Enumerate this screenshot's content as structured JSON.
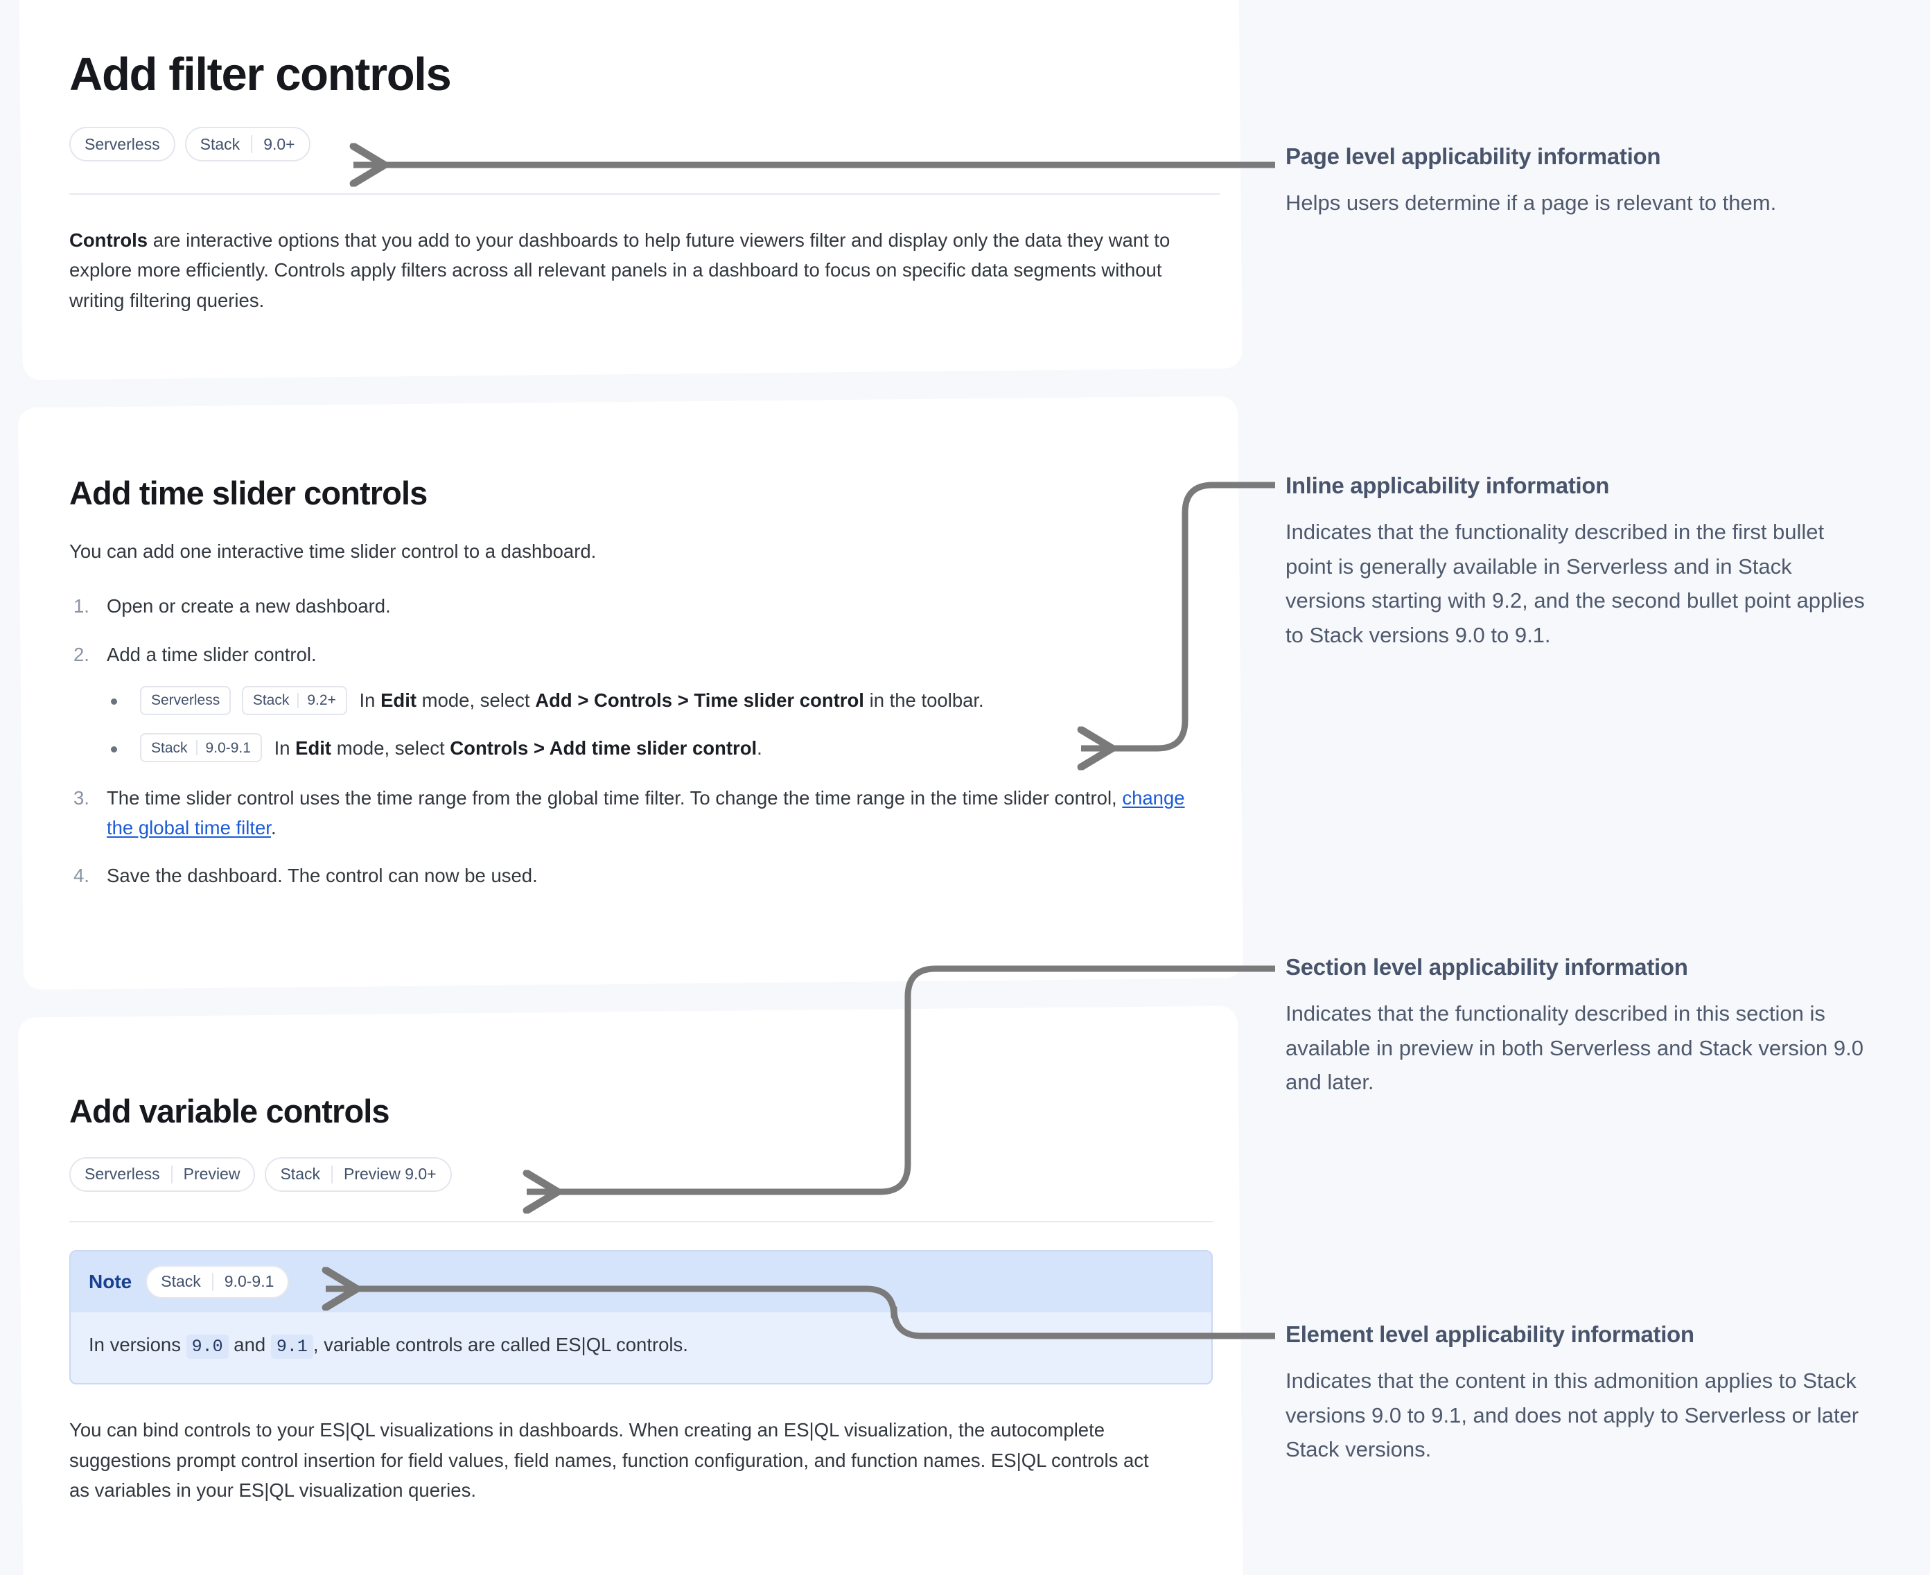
{
  "theme": {
    "page_bg": "#f7f8fb",
    "card_bg": "#ffffff",
    "heading_color": "#16181d",
    "body_color": "#32373e",
    "badge_text": "#41506b",
    "badge_border": "#e3e6ed",
    "link_color": "#1a5bd6",
    "note_bg": "#e8f0fd",
    "note_head_bg": "#d6e4fb",
    "note_border": "#c9d8f5",
    "note_label_color": "#17408f",
    "connector_color": "#7a7a7a",
    "annotation_title_color": "#48546b",
    "annotation_body_color": "#4e596d"
  },
  "page": {
    "title": "Add filter controls",
    "badges": [
      {
        "name": "Serverless",
        "version": ""
      },
      {
        "name": "Stack",
        "version": "9.0+"
      }
    ],
    "intro": {
      "lead": "Controls",
      "rest": " are interactive options that you add to your dashboards to help future viewers filter and display only the data they want to explore more efficiently. Controls apply filters across all relevant panels in a dashboard to focus on specific data segments without writing filtering queries."
    }
  },
  "section_time_slider": {
    "title": "Add time slider controls",
    "intro": "You can add one interactive time slider control to a dashboard.",
    "steps": [
      {
        "text": "Open or create a new dashboard."
      },
      {
        "text": "Add a time slider control."
      },
      {
        "text_a": "The time slider control uses the time range from the global time filter. To change the time range in the time slider control, ",
        "link": "change the global time filter",
        "text_b": "."
      },
      {
        "text": "Save the dashboard. The control can now be used."
      }
    ],
    "sub_bullets": [
      {
        "badges": [
          {
            "name": "Serverless",
            "version": ""
          },
          {
            "name": "Stack",
            "version": "9.2+"
          }
        ],
        "parts": [
          {
            "t": "In ",
            "b": false
          },
          {
            "t": "Edit",
            "b": true
          },
          {
            "t": " mode, select ",
            "b": false
          },
          {
            "t": "Add > Controls > Time slider control",
            "b": true
          },
          {
            "t": " in the toolbar.",
            "b": false
          }
        ]
      },
      {
        "badges": [
          {
            "name": "Stack",
            "version": "9.0-9.1"
          }
        ],
        "parts": [
          {
            "t": "In ",
            "b": false
          },
          {
            "t": "Edit",
            "b": true
          },
          {
            "t": " mode, select ",
            "b": false
          },
          {
            "t": "Controls > Add time slider control",
            "b": true
          },
          {
            "t": ".",
            "b": false
          }
        ]
      }
    ]
  },
  "section_variable": {
    "title": "Add variable controls",
    "badges": [
      {
        "name": "Serverless",
        "version": "Preview"
      },
      {
        "name": "Stack",
        "version": "Preview 9.0+"
      }
    ],
    "note": {
      "label": "Note",
      "badges": [
        {
          "name": "Stack",
          "version": "9.0-9.1"
        }
      ],
      "body_pre": "In versions ",
      "code_1": "9.0",
      "body_mid": " and ",
      "code_2": "9.1",
      "body_post": ", variable controls are called ES|QL controls."
    },
    "paragraph": "You can bind controls to your ES|QL visualizations in dashboards. When creating an ES|QL visualization, the autocomplete suggestions prompt control insertion for field values, field names, function configuration, and function names. ES|QL controls act as variables in your ES|QL visualization queries."
  },
  "annotations": [
    {
      "id": "page-level",
      "title": "Page level applicability information",
      "body": "Helps users determine if a page is relevant to them."
    },
    {
      "id": "inline",
      "title": "Inline applicability information",
      "body": "Indicates that the functionality described in the first bullet point is generally available in Serverless and in Stack versions starting with 9.2, and the second bullet point applies to Stack versions 9.0 to 9.1."
    },
    {
      "id": "section-level",
      "title": "Section level applicability information",
      "body": "Indicates that the functionality described in this section is available in preview in both Serverless and Stack version 9.0 and later."
    },
    {
      "id": "element-level",
      "title": "Element level applicability information",
      "body": "Indicates that the content in this admonition applies to Stack versions 9.0 to 9.1, and does not apply to Serverless or later Stack versions."
    }
  ]
}
